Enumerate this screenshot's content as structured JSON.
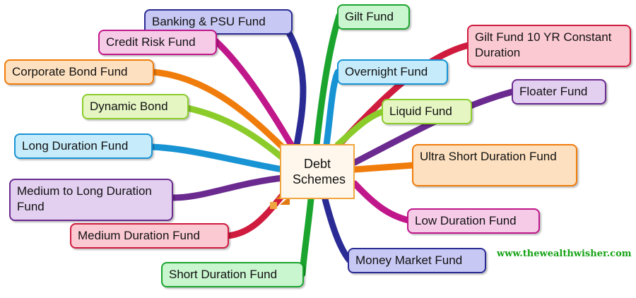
{
  "central": {
    "label": "Debt Schemes"
  },
  "nodes": {
    "banking_psu": {
      "label": "Banking & PSU Fund",
      "fill": "#c8c8f4",
      "border": "#2b2b95",
      "branch": "#2b2b95"
    },
    "credit_risk": {
      "label": "Credit Risk Fund",
      "fill": "#f6cbe8",
      "border": "#c0178a",
      "branch": "#c0178a"
    },
    "corporate_bond": {
      "label": "Corporate Bond Fund",
      "fill": "#fde0bf",
      "border": "#f07c0b",
      "branch": "#f07c0b"
    },
    "dynamic_bond": {
      "label": "Dynamic Bond",
      "fill": "#e5f6c3",
      "border": "#8bcc2b",
      "branch": "#8bcc2b"
    },
    "long_duration": {
      "label": "Long Duration Fund",
      "fill": "#c6ecfb",
      "border": "#1893d4",
      "branch": "#1893d4"
    },
    "medium_to_long": {
      "label": "Medium to Long Duration Fund",
      "fill": "#e3cff0",
      "border": "#6a2a8f",
      "branch": "#6a2a8f"
    },
    "medium_duration": {
      "label": "Medium Duration Fund",
      "fill": "#fbc9d2",
      "border": "#cf1b3e",
      "branch": "#cf1b3e"
    },
    "short_duration": {
      "label": "Short Duration Fund",
      "fill": "#c9f5cf",
      "border": "#1ba52e",
      "branch": "#1ba52e"
    },
    "gilt": {
      "label": "Gilt Fund",
      "fill": "#c9f5cf",
      "border": "#1ba52e",
      "branch": "#1ba52e"
    },
    "gilt_10yr": {
      "label": "Gilt Fund 10 YR Constant Duration",
      "fill": "#fbc9d2",
      "border": "#cf1b3e",
      "branch": "#cf1b3e"
    },
    "overnight": {
      "label": "Overnight Fund",
      "fill": "#c6ecfb",
      "border": "#1893d4",
      "branch": "#1893d4"
    },
    "floater": {
      "label": "Floater Fund",
      "fill": "#e3cff0",
      "border": "#6a2a8f",
      "branch": "#6a2a8f"
    },
    "liquid": {
      "label": "Liquid Fund",
      "fill": "#e5f6c3",
      "border": "#8bcc2b",
      "branch": "#8bcc2b"
    },
    "ultra_short": {
      "label": "Ultra Short Duration Fund",
      "fill": "#fde0bf",
      "border": "#f07c0b",
      "branch": "#f07c0b"
    },
    "low_duration": {
      "label": "Low Duration Fund",
      "fill": "#f6cbe8",
      "border": "#c0178a",
      "branch": "#c0178a"
    },
    "money_market": {
      "label": "Money Market Fund",
      "fill": "#c8c8f4",
      "border": "#2b2b95",
      "branch": "#2b2b95"
    }
  },
  "watermark": "www.thewealthwisher.com"
}
